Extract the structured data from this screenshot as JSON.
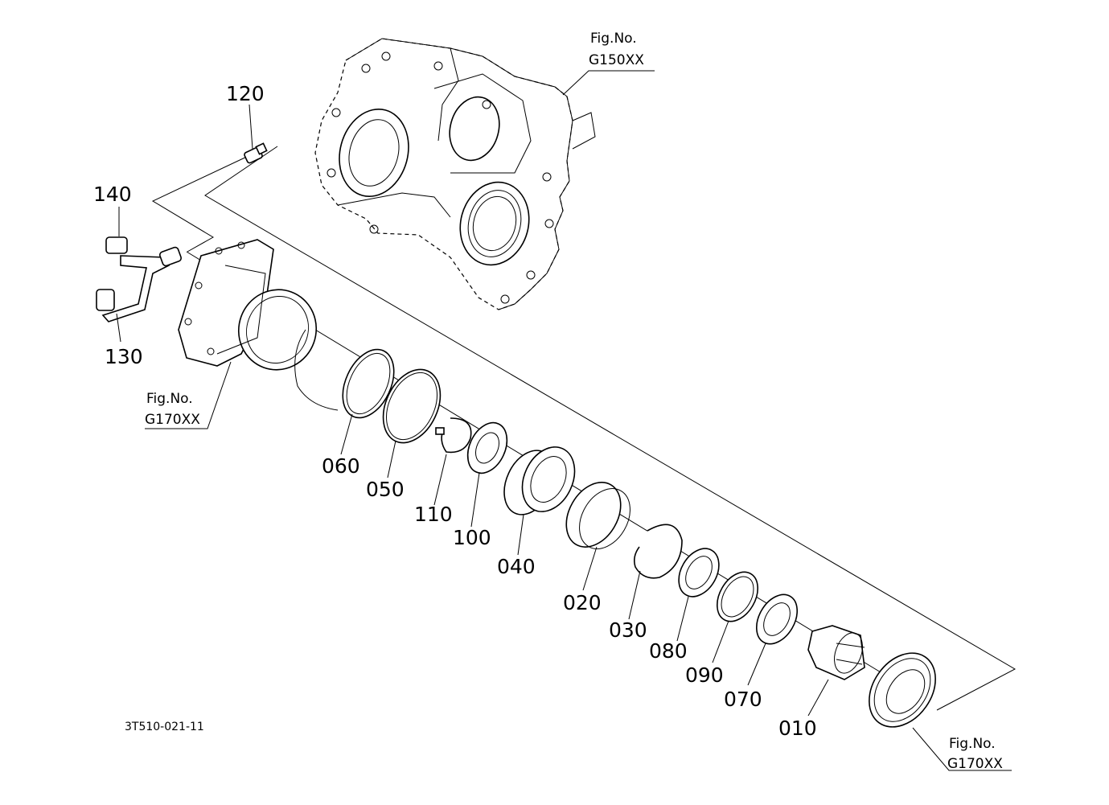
{
  "diagram_code": "3T510-021-11",
  "references": {
    "top": {
      "line1": "Fig.No.",
      "line2": "G150XX"
    },
    "left": {
      "line1": "Fig.No.",
      "line2": "G170XX"
    },
    "bottom_right": {
      "line1": "Fig.No.",
      "line2": "G170XX"
    }
  },
  "callouts": {
    "p120": "120",
    "p140": "140",
    "p130": "130",
    "p060": "060",
    "p050": "050",
    "p110": "110",
    "p100": "100",
    "p040": "040",
    "p020": "020",
    "p030": "030",
    "p080": "080",
    "p090": "090",
    "p070": "070",
    "p010": "010"
  },
  "colors": {
    "ink": "#000000",
    "paper": "#ffffff"
  }
}
